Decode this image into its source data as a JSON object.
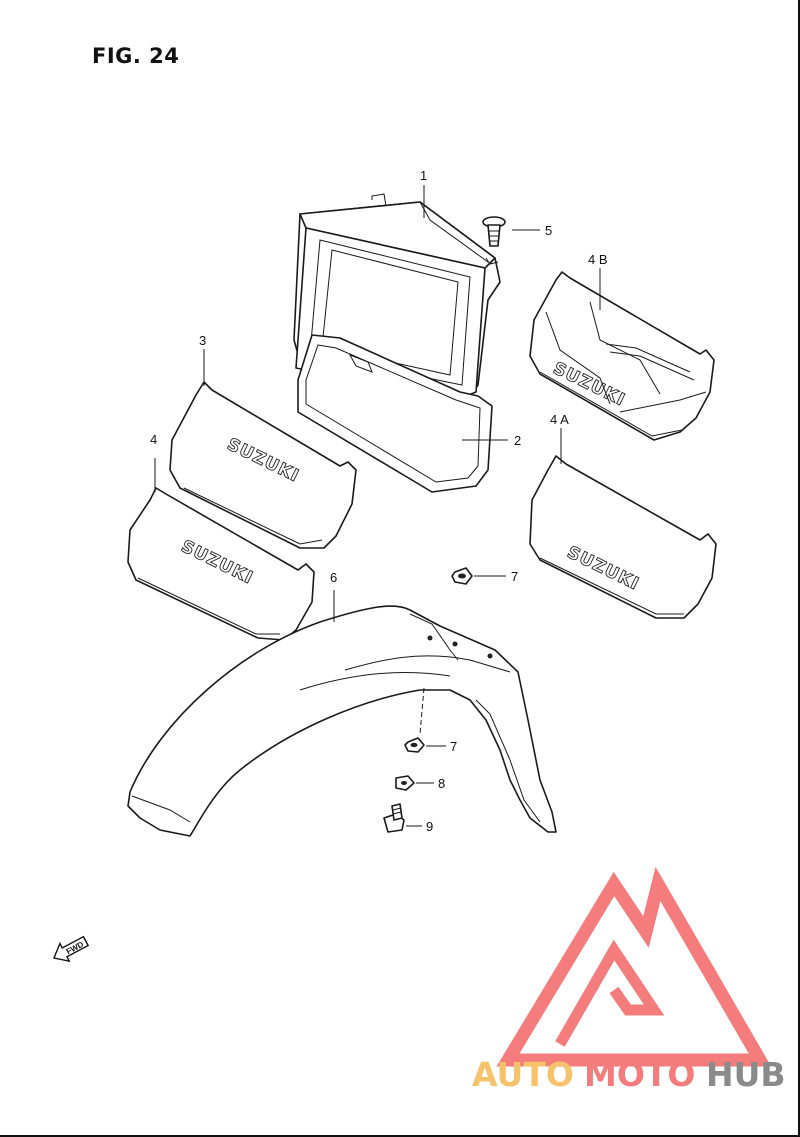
{
  "figure": {
    "title": "FIG. 24"
  },
  "callouts": [
    {
      "id": "c1",
      "label": "1"
    },
    {
      "id": "c2",
      "label": "2"
    },
    {
      "id": "c3",
      "label": "3"
    },
    {
      "id": "c4",
      "label": "4"
    },
    {
      "id": "c4a",
      "label": "4 A"
    },
    {
      "id": "c4b",
      "label": "4 B"
    },
    {
      "id": "c5",
      "label": "5"
    },
    {
      "id": "c6",
      "label": "6"
    },
    {
      "id": "c7a",
      "label": "7"
    },
    {
      "id": "c7b",
      "label": "7"
    },
    {
      "id": "c8",
      "label": "8"
    },
    {
      "id": "c9",
      "label": "9"
    }
  ],
  "logos": {
    "part3": "SUZUKI",
    "part4": "SUZUKI",
    "part4a": "SUZUKI",
    "part4b": "SUZUKI"
  },
  "fwd_arrow": {
    "label": "FWD",
    "icon": "fwd-arrow-icon"
  },
  "watermark": {
    "word_part1": "AUTO",
    "word_part2": "MOTO",
    "word_part3": "HUB",
    "colors": {
      "logo": "#f47c7c",
      "auto": "#f6c26b",
      "moto": "#f47c7c",
      "hub": "#8a8a8a"
    }
  }
}
